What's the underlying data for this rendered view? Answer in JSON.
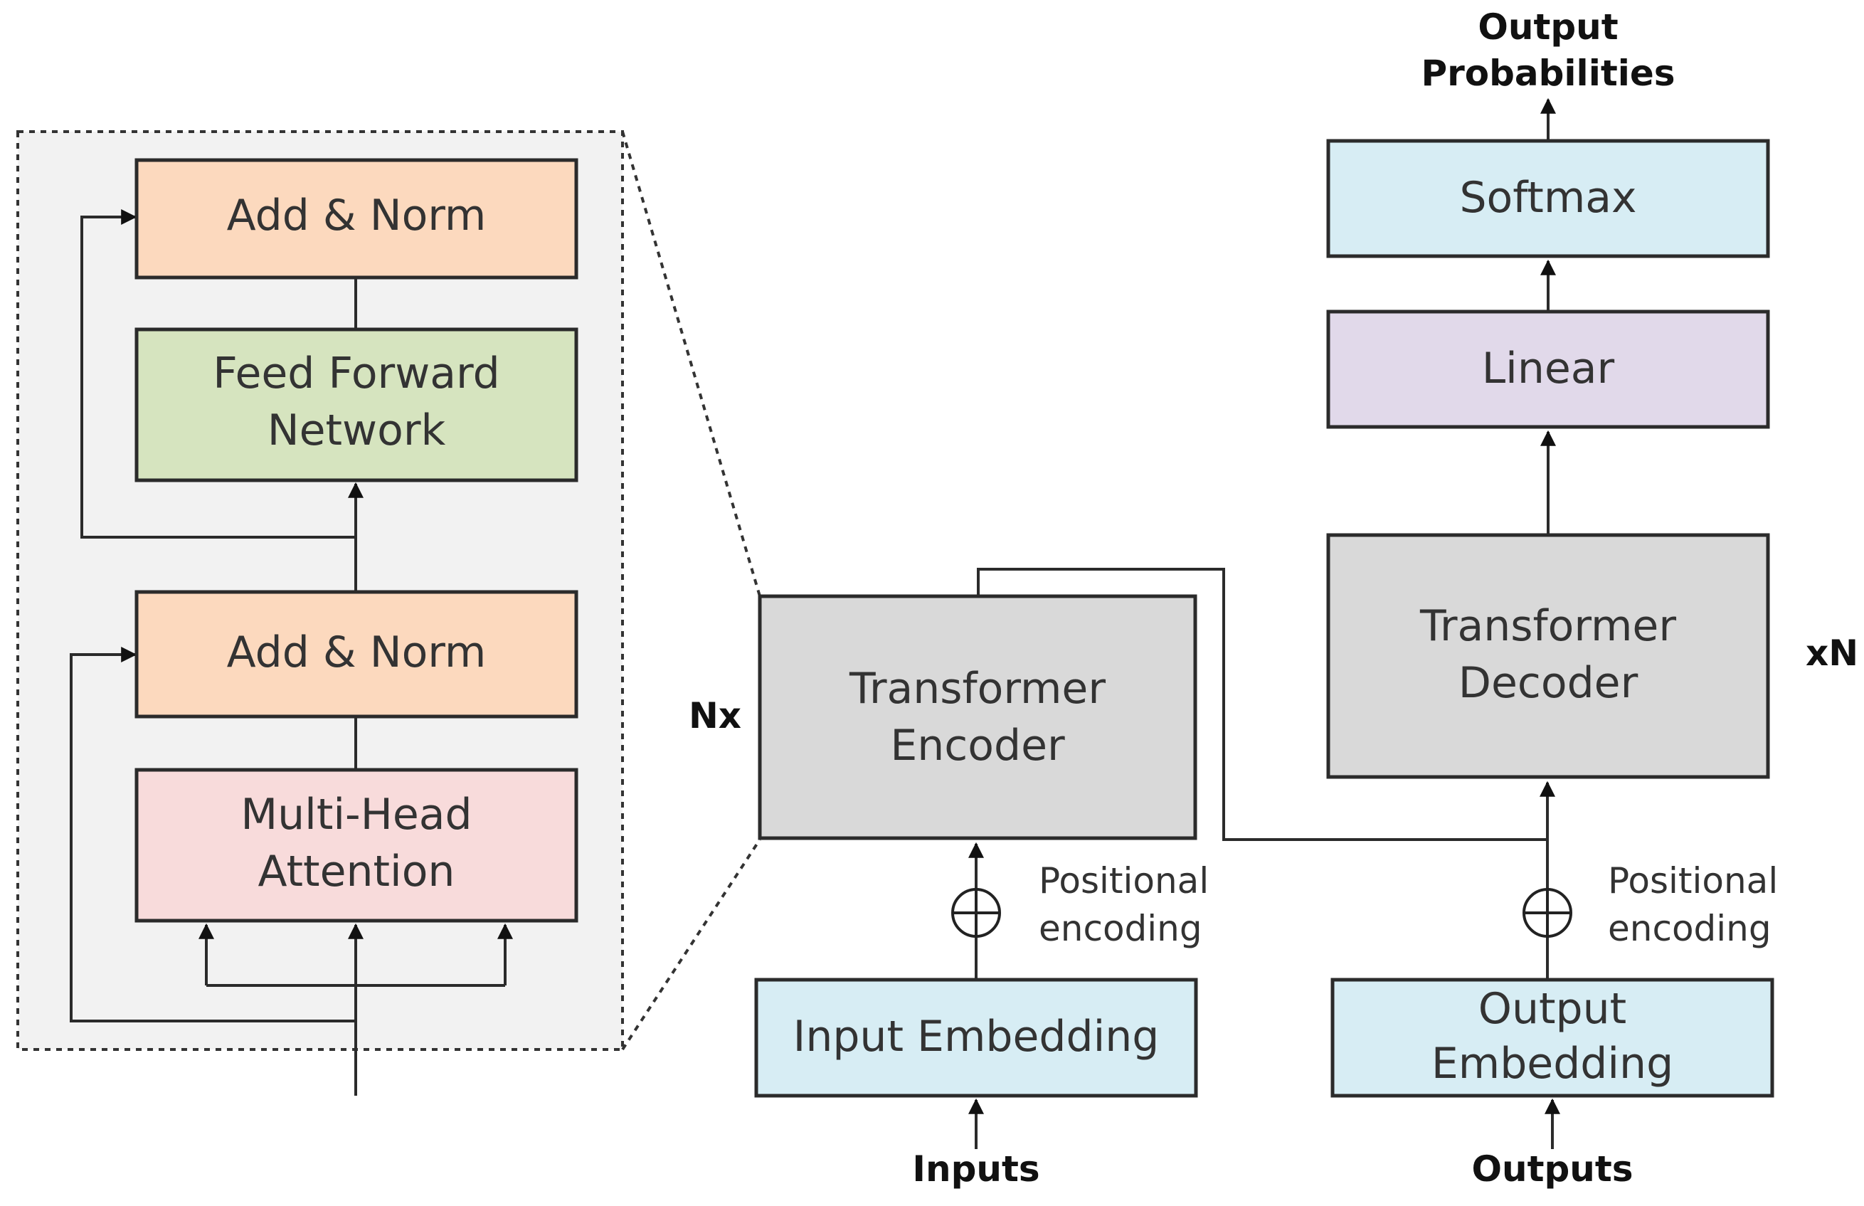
{
  "encoder_detail": {
    "add_norm_top": "Add & Norm",
    "ffn_line1": "Feed Forward",
    "ffn_line2": "Network",
    "add_norm_bottom": "Add & Norm",
    "mha_line1": "Multi-Head",
    "mha_line2": "Attention"
  },
  "encoder": {
    "line1": "Transformer",
    "line2": "Encoder",
    "repeat": "Nx",
    "positional_line1": "Positional",
    "positional_line2": "encoding",
    "embedding": "Input Embedding",
    "input_label": "Inputs"
  },
  "decoder": {
    "line1": "Transformer",
    "line2": "Decoder",
    "repeat": "xN",
    "positional_line1": "Positional",
    "positional_line2": "encoding",
    "embedding_line1": "Output",
    "embedding_line2": "Embedding",
    "output_label": "Outputs"
  },
  "head": {
    "linear": "Linear",
    "softmax": "Softmax",
    "probs_line1": "Output",
    "probs_line2": "Probabilities"
  },
  "colors": {
    "add_norm": "#fcd9be",
    "ffn": "#d6e4bf",
    "mha": "#f8dbdb",
    "block": "#d9d9d9",
    "embedding": "#d7edf4",
    "linear": "#e1d9ea",
    "panel": "#f2f2f2"
  }
}
